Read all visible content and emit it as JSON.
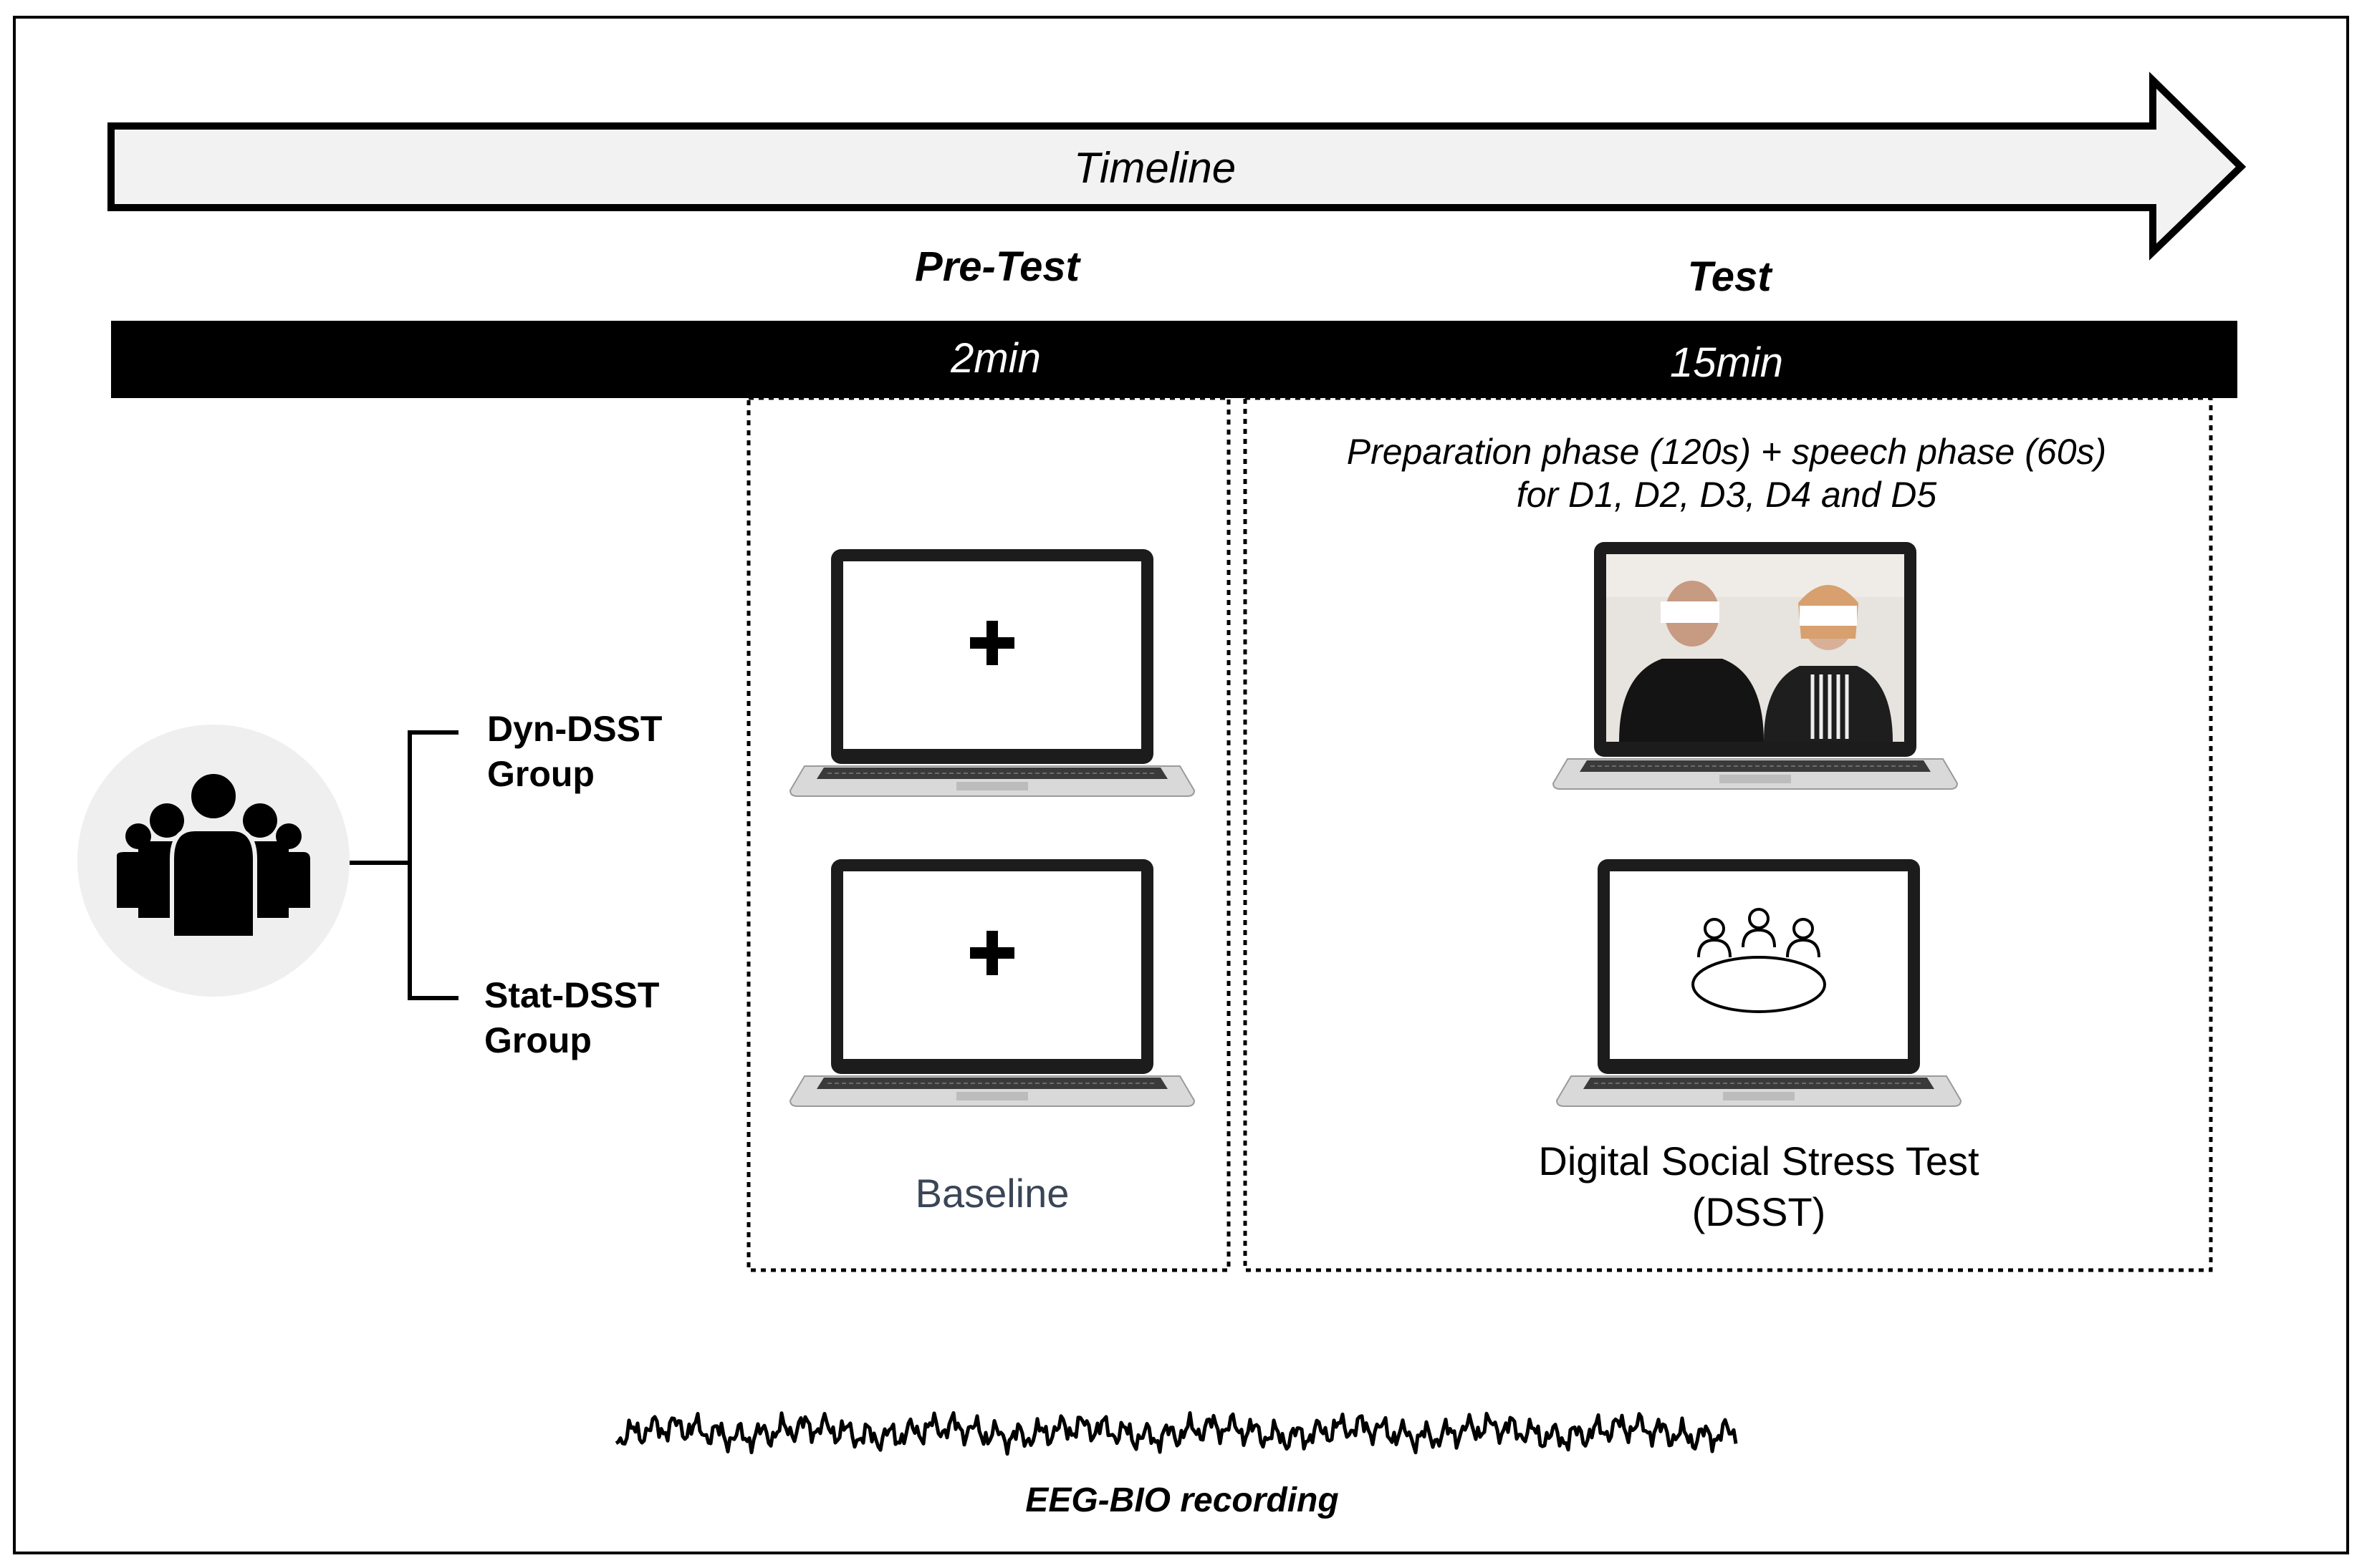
{
  "timeline": {
    "label": "Timeline"
  },
  "phases": [
    {
      "title": "Pre-Test",
      "duration": "2min"
    },
    {
      "title": "Test",
      "duration": "15min"
    }
  ],
  "groups": [
    {
      "line1": "Dyn-DSST",
      "line2": "Group"
    },
    {
      "line1": "Stat-DSST",
      "line2": "Group"
    }
  ],
  "test_description": {
    "line1": "Preparation phase (120s) + speech phase (60s)",
    "line2": "for D1, D2, D3, D4 and D5"
  },
  "pretest_caption": "Baseline",
  "test_caption": {
    "line1": "Digital Social Stress Test",
    "line2": "(DSST)"
  },
  "recording_label": "EEG-BIO recording",
  "icons": {
    "group": "people-group-icon",
    "fixation": "fixation-cross-icon",
    "video": "video-call-panel-icon",
    "meeting": "meeting-table-icon"
  },
  "colors": {
    "duration_bar": "#000000",
    "arrow_fill": "#f2f2f2",
    "icon_circle": "#efefef",
    "baseline_text": "#3a4556"
  }
}
